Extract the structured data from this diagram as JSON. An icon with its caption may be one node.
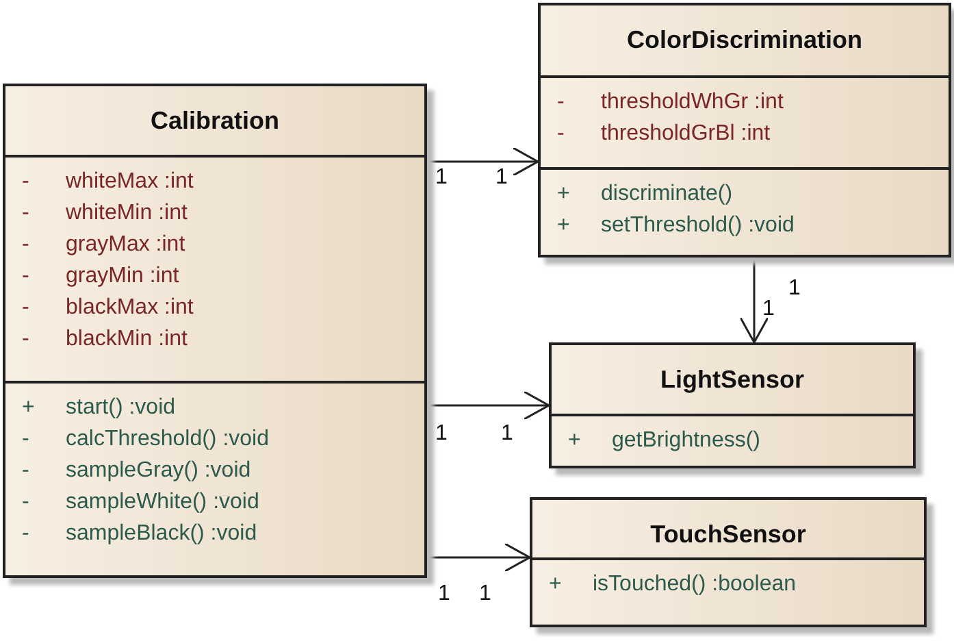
{
  "diagram": {
    "nodes": [
      {
        "text": [
          "Calibration"
        ]
      },
      {
        "text": [
          "- whiteMax :int",
          "- whiteMin :int",
          "- grayMax :int",
          "- grayMin :int",
          "- blackMax :int",
          "- blackMin :int"
        ],
        "in": 0
      },
      {
        "text": [
          "+ start() :void",
          "- calcThreshold() :void",
          "- sampleGray() :void",
          "- sampleWhite() :void",
          "- sampleBlack() :void"
        ],
        "in": 0
      },
      {
        "text": [
          "ColorDiscrimination"
        ]
      },
      {
        "text": [
          "- thresholdWhGr :int",
          "- thresholdGrBl :int"
        ],
        "in": 3
      },
      {
        "text": [
          "+ discriminate()",
          "+ setThreshold() :void"
        ],
        "in": 3
      },
      {
        "text": [
          "LightSensor"
        ]
      },
      {
        "text": [
          "+ getBrightness()"
        ],
        "in": 6
      },
      {
        "text": [
          "TouchSensor"
        ]
      },
      {
        "text": [
          "+ isTouched() :boolean"
        ],
        "in": 8
      }
    ],
    "edges": [
      {
        "from": 0,
        "to": 3,
        "arrow": "to"
      },
      {
        "from": 0,
        "to": 6,
        "arrow": "to"
      },
      {
        "from": 0,
        "to": 8,
        "arrow": "to"
      },
      {
        "from": 3,
        "to": 6,
        "arrow": "to"
      }
    ],
    "labels": [
      "1",
      "1",
      "1",
      "1",
      "1",
      "1",
      "1",
      "1"
    ]
  }
}
